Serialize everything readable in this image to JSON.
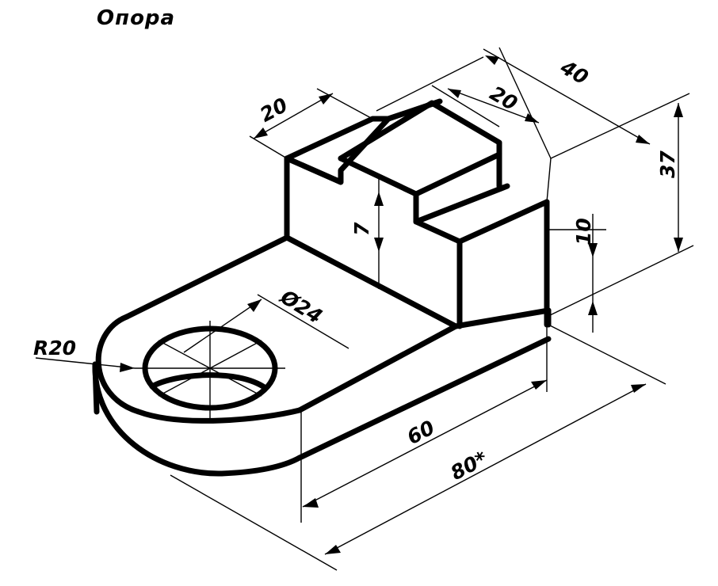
{
  "title": "Опора",
  "dimensions": {
    "top_left_width": "20",
    "top_center_width": "20",
    "depth": "40",
    "overall_height": "37",
    "slot_depth": "7",
    "base_thickness": "10",
    "hole_diameter": "Ø24",
    "radius": "R20",
    "length_inner": "60",
    "length_overall": "80*"
  },
  "colors": {
    "line": "#000000",
    "background": "#ffffff"
  }
}
